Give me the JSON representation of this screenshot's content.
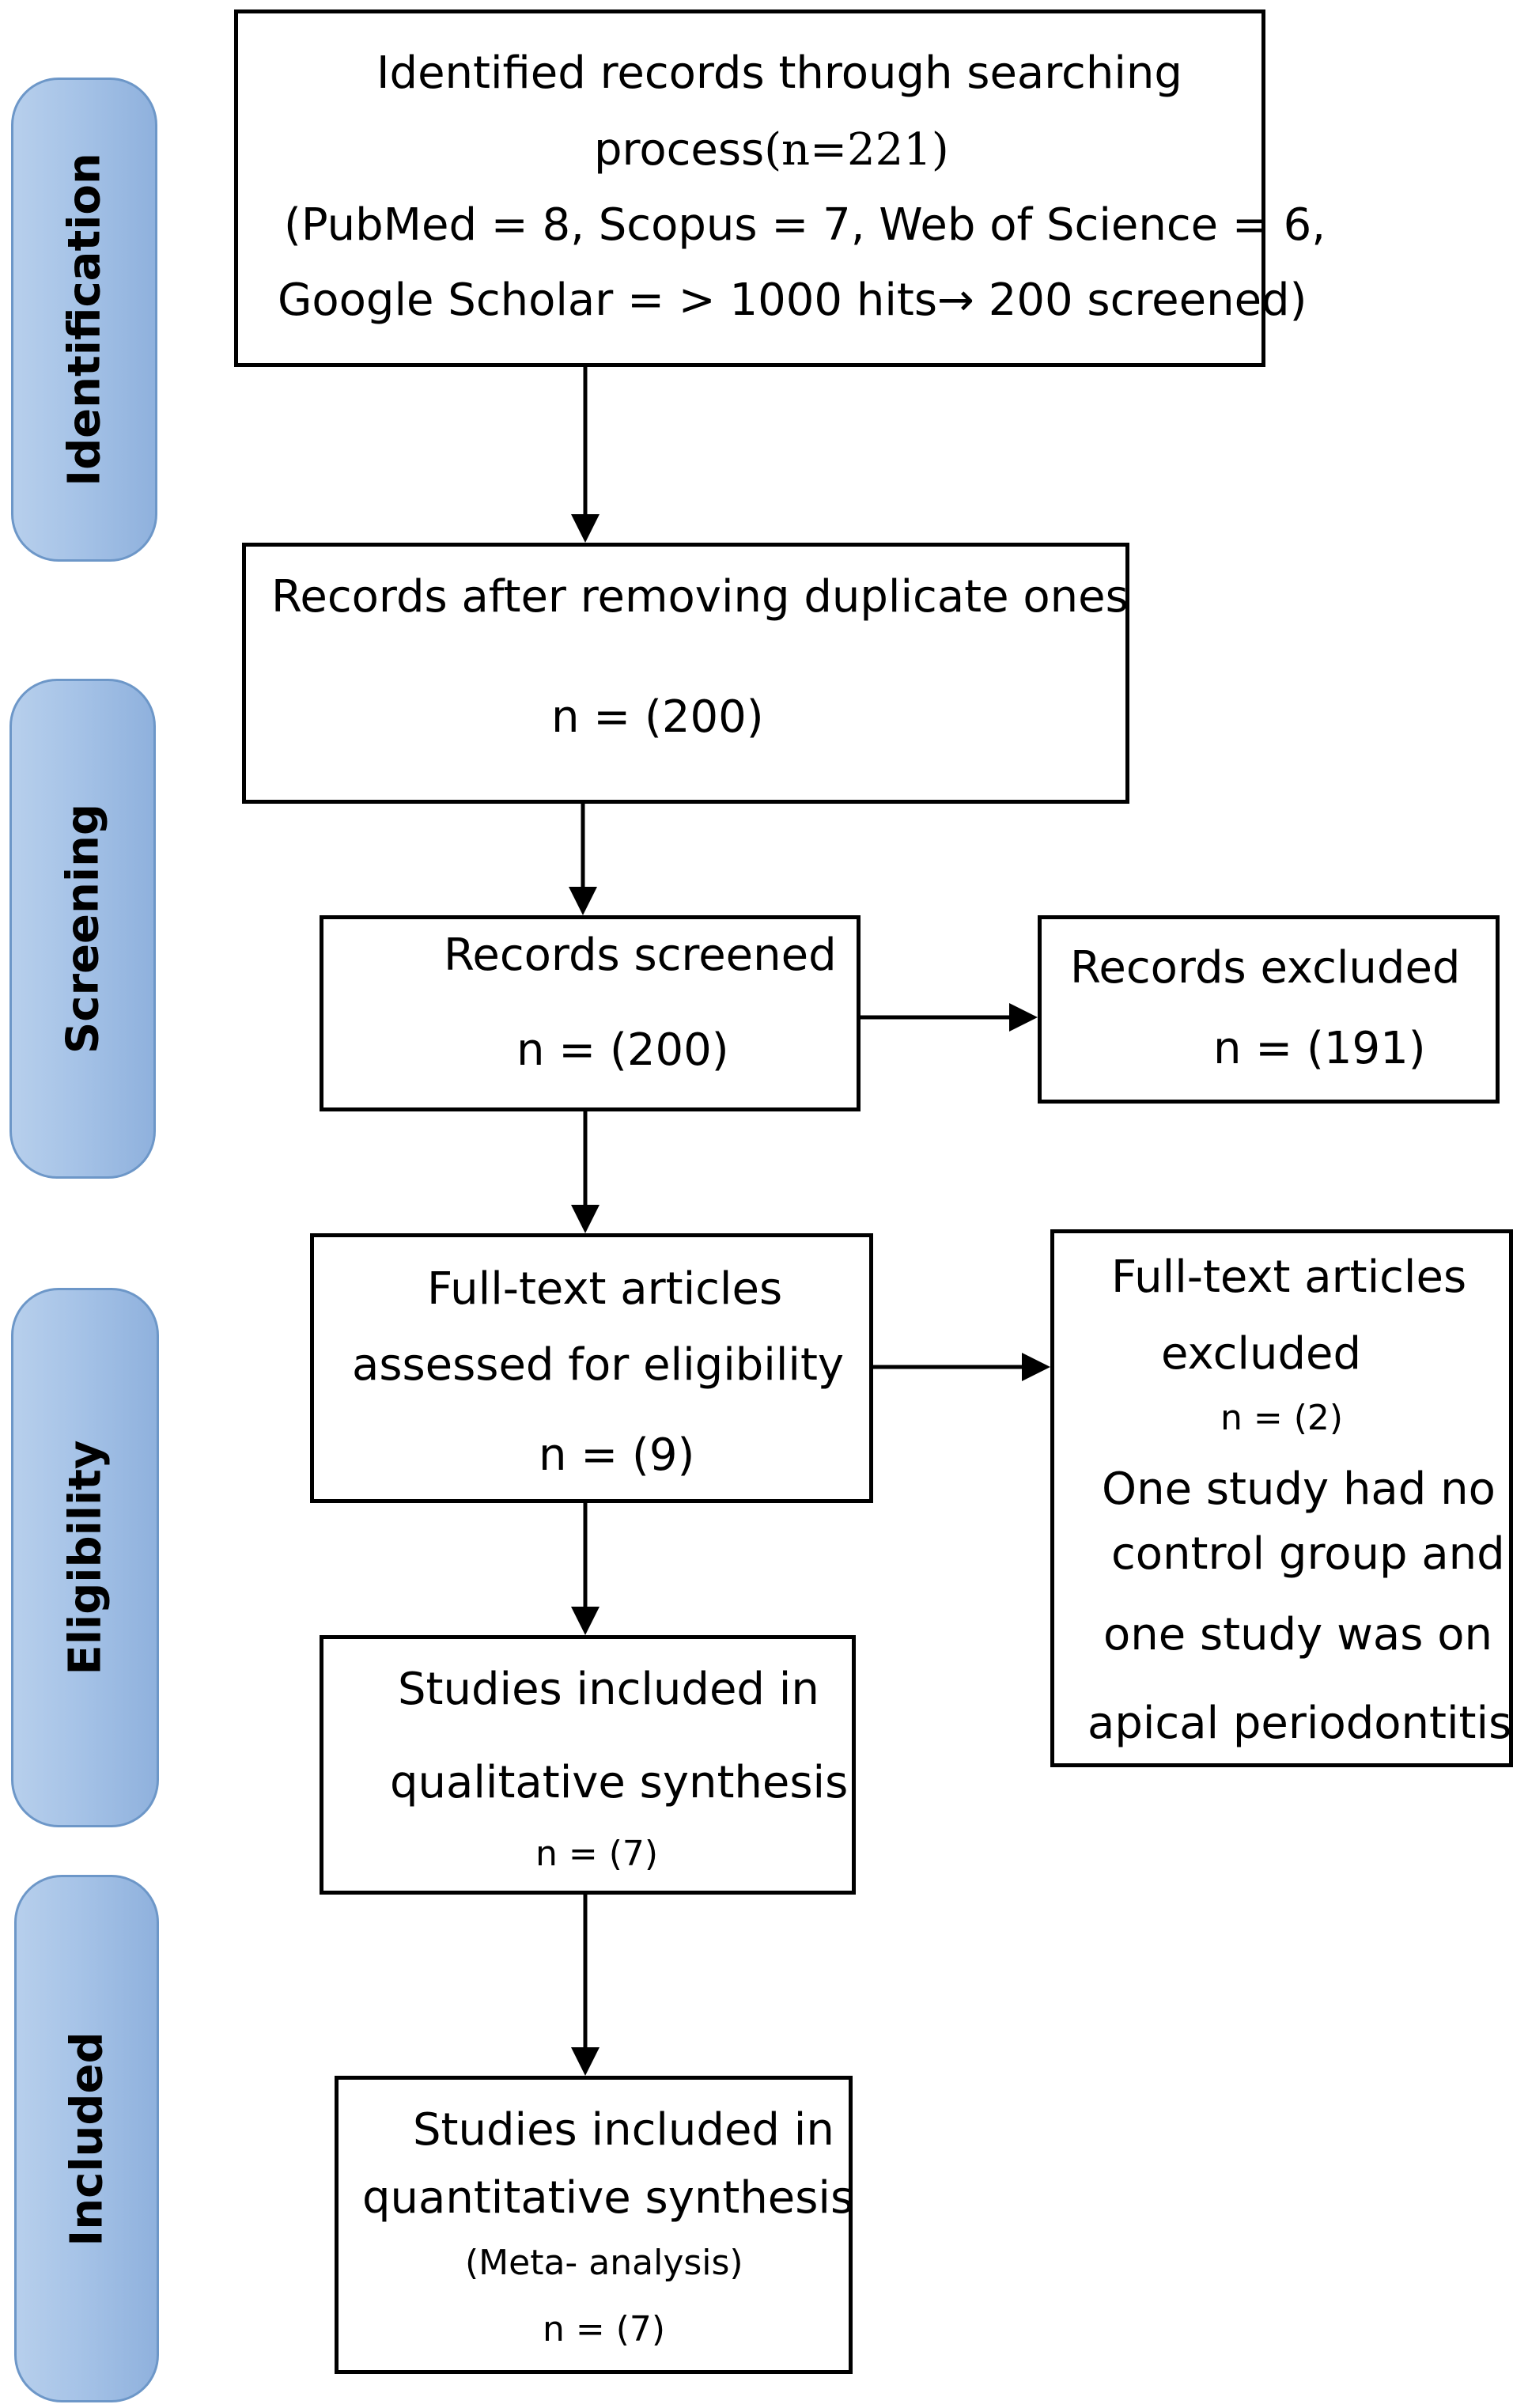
{
  "stages": {
    "identification": "Identification",
    "screening": "Screening",
    "eligibility": "Eligibility",
    "included": "Included"
  },
  "identified": {
    "line1": "Identified records through searching",
    "line2_text": "process",
    "line2_count": "(n=221)",
    "line3": "(PubMed = 8, Scopus = 7, Web of Science = 6,",
    "line4": "Google Scholar = > 1000 hits→  200 screened)"
  },
  "after_duplicates": {
    "line1": "Records after removing duplicate   ones",
    "line2": "n = (200)"
  },
  "screened": {
    "line1": "Records screened",
    "line2": "n = (200)"
  },
  "excluded": {
    "line1": "Records   excluded",
    "line2": "n = (191)"
  },
  "fulltext_assessed": {
    "line1": "Full-text articles",
    "line2": "assessed   for eligibility",
    "line3": "n = (9)"
  },
  "fulltext_excluded": {
    "line1": "Full-text articles",
    "line2": "excluded",
    "line3": "n = (2)",
    "line4": "One study had no",
    "line5": "control group and",
    "line6": "one study was on",
    "line7": "apical periodontitis"
  },
  "qualitative": {
    "line1": "Studies included in",
    "line2": "qualitative synthesis",
    "line3": "n = (7)"
  },
  "quantitative": {
    "line1": "Studies included in",
    "line2": "quantitative synthesis",
    "line3": "(Meta- analysis)",
    "line4": "n = (7)"
  }
}
